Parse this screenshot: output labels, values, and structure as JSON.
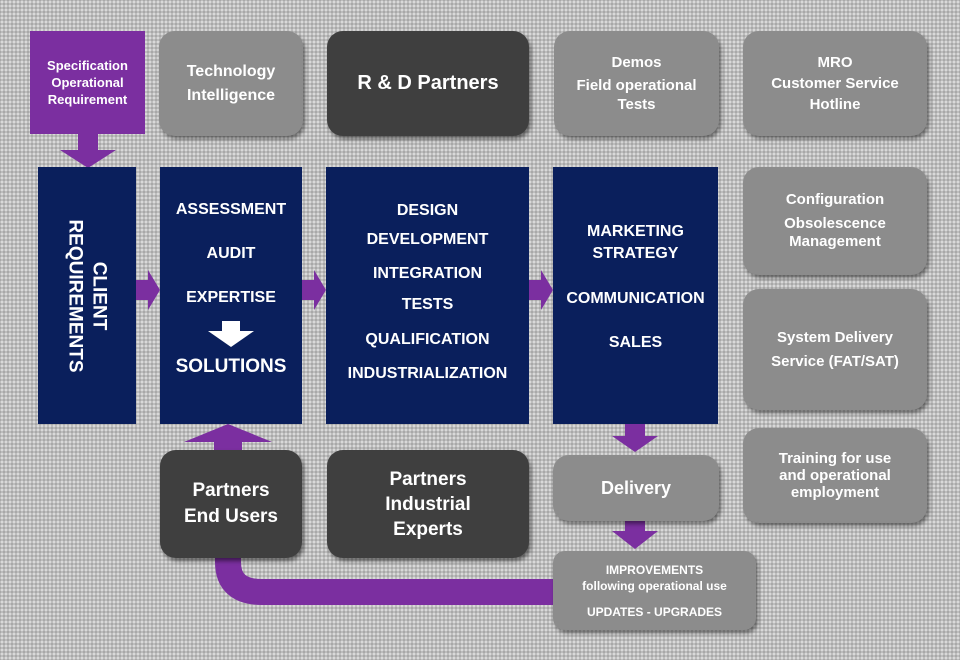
{
  "spec": {
    "line1": "Specification",
    "line2": "Operational",
    "line3": "Requirement"
  },
  "tech": {
    "line1": "Technology",
    "line2": "Intelligence"
  },
  "rd": {
    "label": "R & D Partners"
  },
  "demos": {
    "line1": "Demos",
    "line2": "Field operational",
    "line3": "Tests"
  },
  "mro": {
    "line1": "MRO",
    "line2": "Customer Service",
    "line3": "Hotline"
  },
  "client": {
    "line1": "CLIENT",
    "line2": "REQUIREMENTS"
  },
  "assessment": {
    "item1": "ASSESSMENT",
    "item2": "AUDIT",
    "item3": "EXPERTISE",
    "result": "SOLUTIONS"
  },
  "design": {
    "item1": "DESIGN",
    "item2": "DEVELOPMENT",
    "item3": "INTEGRATION",
    "item4": "TESTS",
    "item5": "QUALIFICATION",
    "item6": "INDUSTRIALIZATION"
  },
  "marketing": {
    "item1": "MARKETING",
    "item2": "STRATEGY",
    "item3": "COMMUNICATION",
    "item4": "SALES"
  },
  "config": {
    "line1": "Configuration",
    "line2": "Obsolescence",
    "line3": "Management"
  },
  "systemDelivery": {
    "line1": "System Delivery",
    "line2": "Service (FAT/SAT)"
  },
  "training": {
    "line1": "Training for use",
    "line2": "and operational",
    "line3": "employment"
  },
  "partnersEnd": {
    "line1": "Partners",
    "line2": "End Users"
  },
  "partnersInd": {
    "line1": "Partners",
    "line2": "Industrial",
    "line3": "Experts"
  },
  "delivery": {
    "label": "Delivery"
  },
  "improvements": {
    "line1": "IMPROVEMENTS",
    "line2": "following operational use",
    "line3": "UPDATES - UPGRADES"
  },
  "colors": {
    "navy": "#0a1f5c",
    "purple": "#7b2fa0",
    "gray": "#8c8c8c",
    "dark": "#3f3f3f"
  }
}
